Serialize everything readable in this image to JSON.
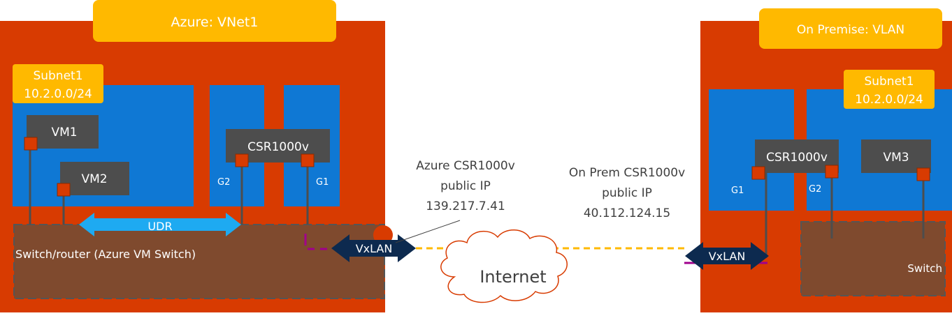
{
  "azure": {
    "title": "Azure: VNet1",
    "subnet_label_line1": "Subnet1",
    "subnet_label_line2": "10.2.0.0/24",
    "vm1": "VM1",
    "vm2": "VM2",
    "csr": "CSR1000v",
    "g2": "G2",
    "g1": "G1",
    "udr": "UDR",
    "switch": "Switch/router (Azure VM Switch)",
    "vxlan": "VxLAN",
    "public_ip_line1": "Azure CSR1000v",
    "public_ip_line2": "public IP",
    "public_ip_line3": "139.217.7.41"
  },
  "internet": {
    "label": "Internet"
  },
  "onprem": {
    "title": "On Premise: VLAN",
    "subnet_label_line1": "Subnet1",
    "subnet_label_line2": "10.2.0.0/24",
    "csr": "CSR1000v",
    "vm3": "VM3",
    "g1": "G1",
    "g2": "G2",
    "switch": "Switch",
    "vxlan": "VxLAN",
    "public_ip_line1": "On Prem CSR1000v",
    "public_ip_line2": "public IP",
    "public_ip_line3": "40.112.124.15"
  },
  "colors": {
    "region": "#D83B01",
    "subnet": "#0F78D4",
    "vm": "#4D4D4D",
    "label_bg": "#FFB900",
    "switch": "#7F4A2E",
    "udr": "#1EAAF1",
    "vxlan": "#0D2A4F",
    "tunnel": "#FFB900",
    "port": "#D83B01",
    "pink": "#A0008C"
  }
}
